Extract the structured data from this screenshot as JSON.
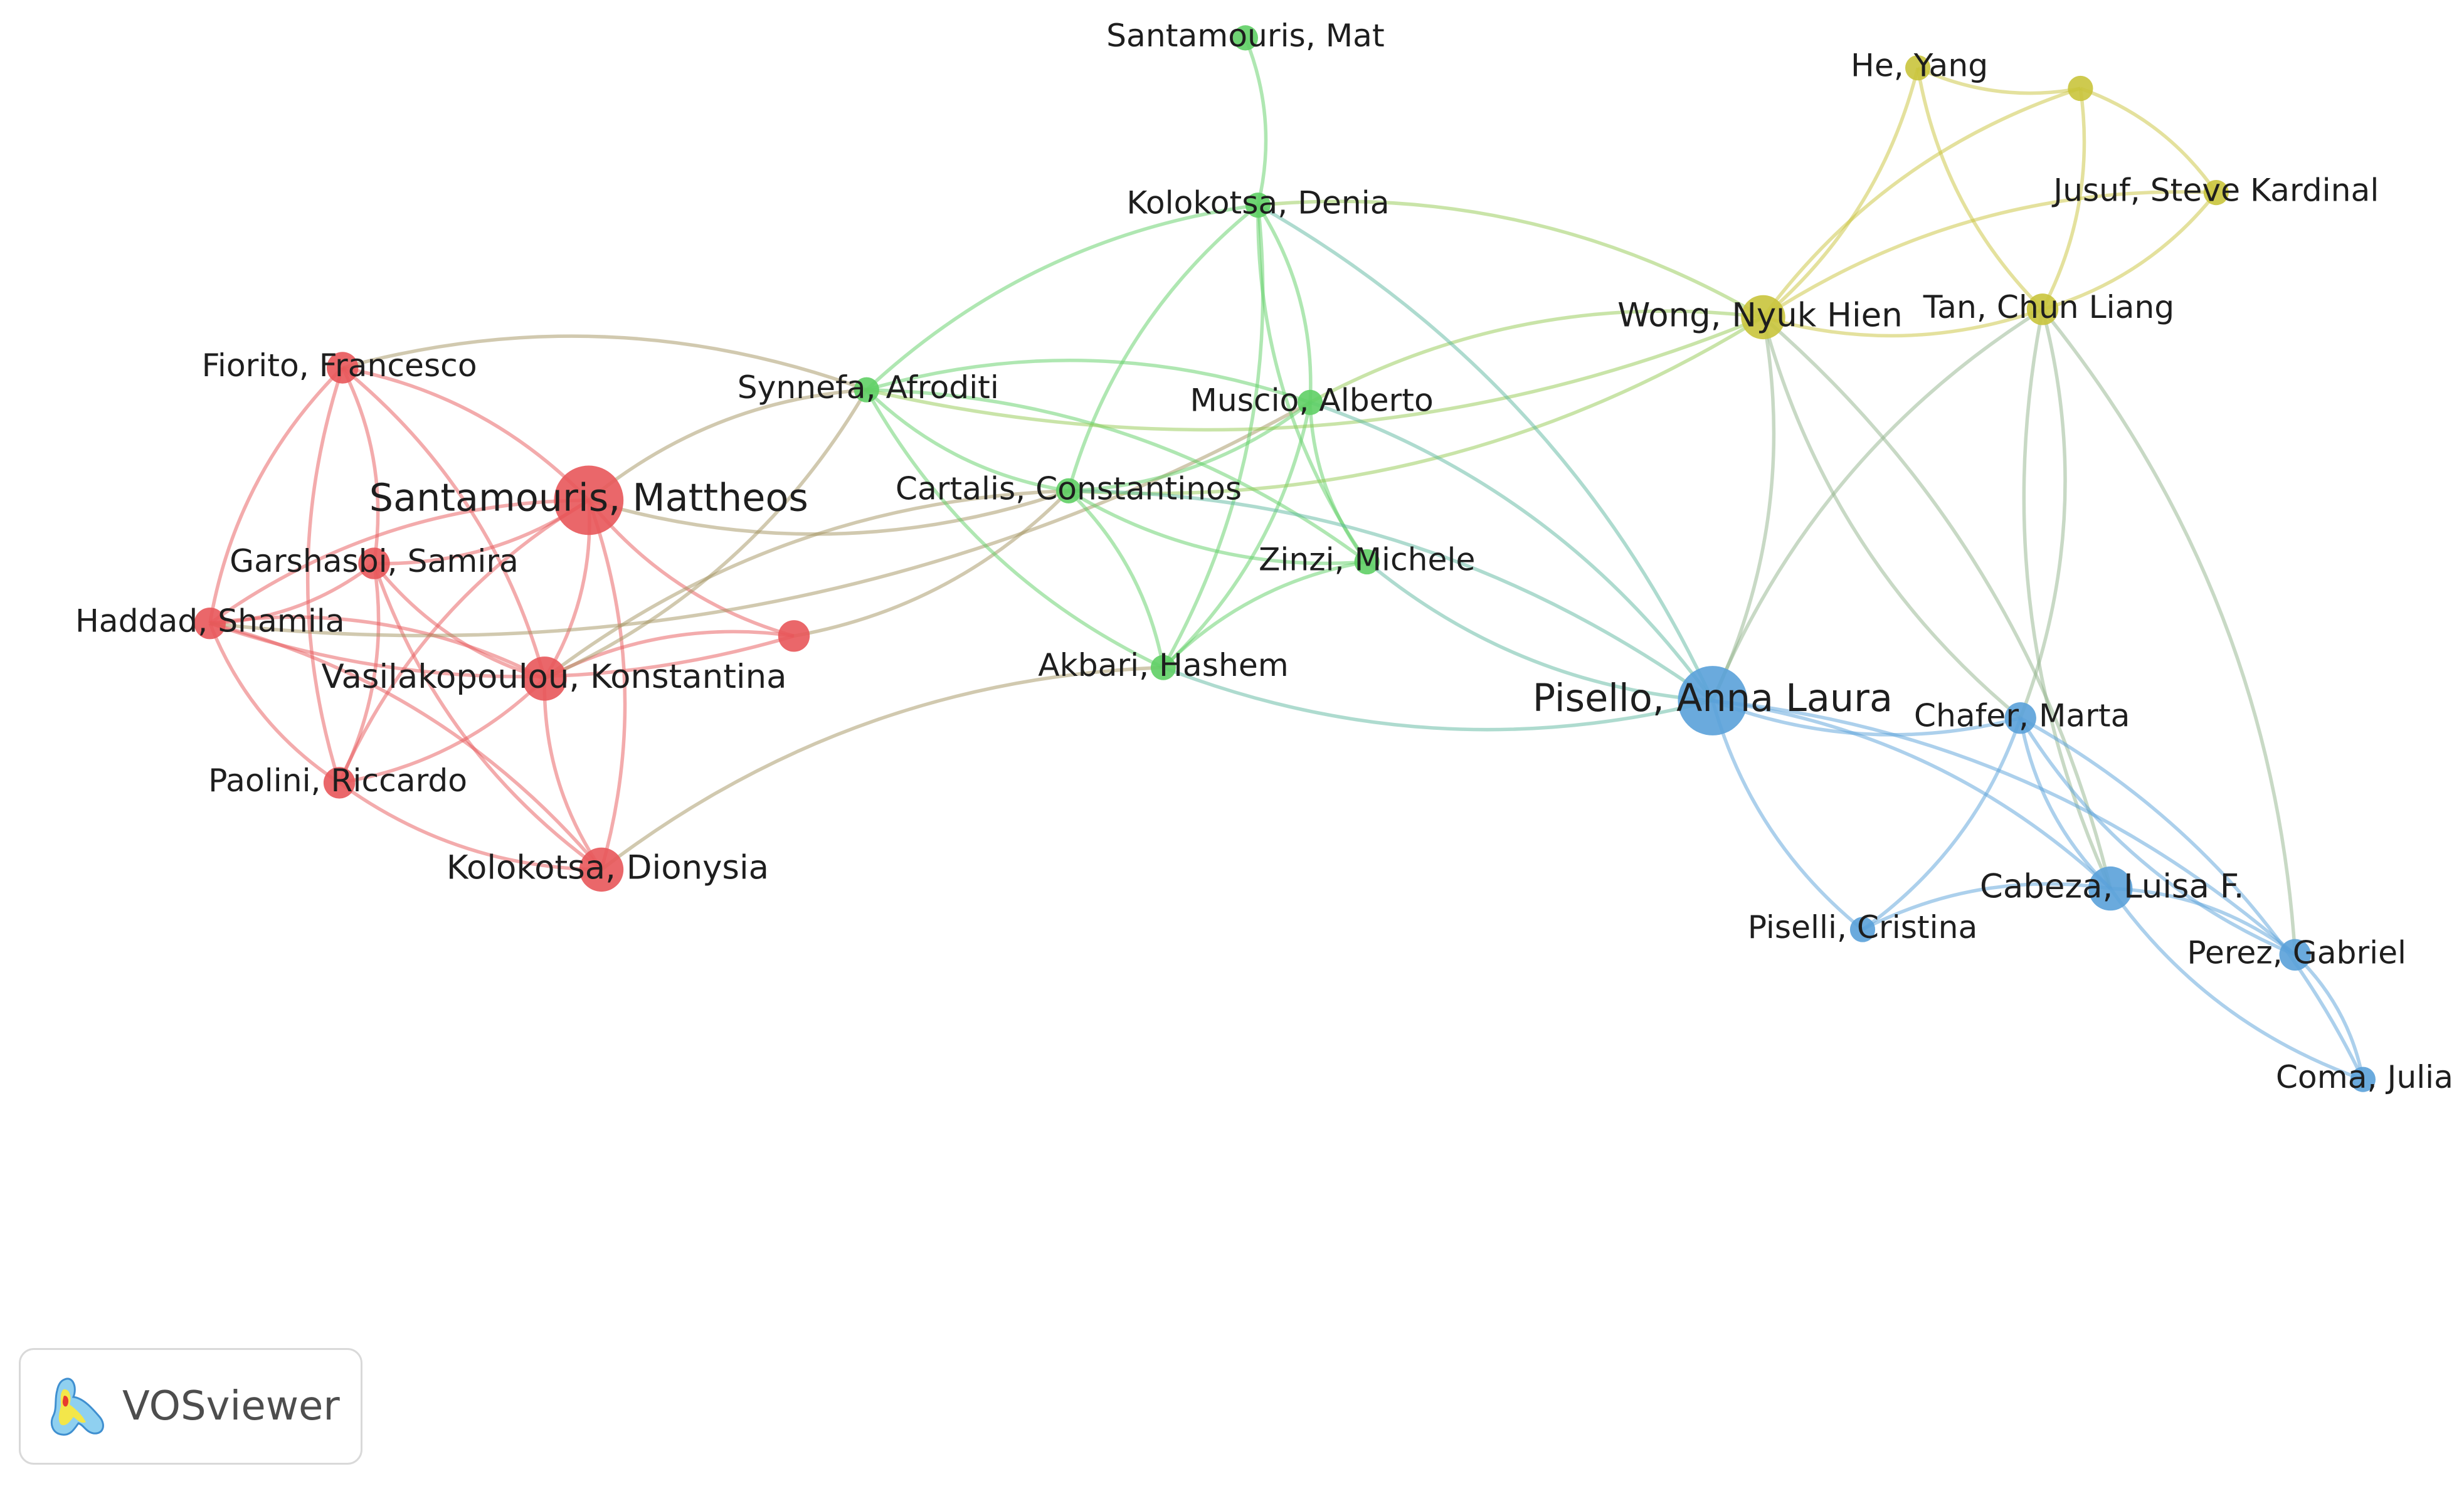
{
  "colors": {
    "cluster_1": "#e8575a",
    "cluster_2": "#5fcf65",
    "cluster_3": "#c9c43c",
    "cluster_4": "#5aa1d9"
  },
  "nodes": [
    {
      "id": "santamouris_mattheos",
      "label": "Santamouris, Mattheos",
      "cluster": 1,
      "weight": 5
    },
    {
      "id": "fiorito_francesco",
      "label": "Fiorito, Francesco",
      "cluster": 1,
      "weight": 2
    },
    {
      "id": "garshasbi_samira",
      "label": "Garshasbi, Samira",
      "cluster": 1,
      "weight": 2
    },
    {
      "id": "haddad_shamila",
      "label": "Haddad, Shamila",
      "cluster": 1,
      "weight": 2
    },
    {
      "id": "vasilakopoulou_konstantina",
      "label": "Vasilakopoulou, Konstantina",
      "cluster": 1,
      "weight": 3
    },
    {
      "id": "paolini_riccardo",
      "label": "Paolini, Riccardo",
      "cluster": 1,
      "weight": 2
    },
    {
      "id": "kolokotsa_dionysia",
      "label": "Kolokotsa, Dionysia",
      "cluster": 1,
      "weight": 3
    },
    {
      "id": "red_unlabeled",
      "label": "",
      "cluster": 1,
      "weight": 2
    },
    {
      "id": "santamouris_mat",
      "label": "Santamouris, Mat",
      "cluster": 2,
      "weight": 1
    },
    {
      "id": "kolokotsa_denia",
      "label": "Kolokotsa, Denia",
      "cluster": 2,
      "weight": 1
    },
    {
      "id": "synnefa_afroditi",
      "label": "Synnefa, Afroditi",
      "cluster": 2,
      "weight": 1
    },
    {
      "id": "muscio_alberto",
      "label": "Muscio, Alberto",
      "cluster": 2,
      "weight": 1
    },
    {
      "id": "cartalis_constantinos",
      "label": "Cartalis, Constantinos",
      "cluster": 2,
      "weight": 1
    },
    {
      "id": "zinzi_michele",
      "label": "Zinzi, Michele",
      "cluster": 2,
      "weight": 1
    },
    {
      "id": "akbari_hashem",
      "label": "Akbari, Hashem",
      "cluster": 2,
      "weight": 1
    },
    {
      "id": "he_yang",
      "label": "He, Yang",
      "cluster": 3,
      "weight": 1
    },
    {
      "id": "yellow_unlabeled",
      "label": "",
      "cluster": 3,
      "weight": 1
    },
    {
      "id": "jusuf_steve_kardinal",
      "label": "Jusuf, Steve Kardinal",
      "cluster": 3,
      "weight": 1
    },
    {
      "id": "wong_nyuk_hien",
      "label": "Wong, Nyuk Hien",
      "cluster": 3,
      "weight": 3
    },
    {
      "id": "tan_chun_liang",
      "label": "Tan, Chun Liang",
      "cluster": 3,
      "weight": 2
    },
    {
      "id": "pisello_anna_laura",
      "label": "Pisello, Anna Laura",
      "cluster": 4,
      "weight": 5
    },
    {
      "id": "chafer_marta",
      "label": "Chafer, Marta",
      "cluster": 4,
      "weight": 2
    },
    {
      "id": "cabeza_luisa",
      "label": "Cabeza, Luisa F.",
      "cluster": 4,
      "weight": 3
    },
    {
      "id": "piselli_cristina",
      "label": "Piselli, Cristina",
      "cluster": 4,
      "weight": 1
    },
    {
      "id": "perez_gabriel",
      "label": "Perez, Gabriel",
      "cluster": 4,
      "weight": 2
    },
    {
      "id": "coma_julia",
      "label": "Coma, Julia",
      "cluster": 4,
      "weight": 1
    }
  ],
  "edges": [
    [
      "santamouris_mattheos",
      "fiorito_francesco"
    ],
    [
      "santamouris_mattheos",
      "garshasbi_samira"
    ],
    [
      "santamouris_mattheos",
      "haddad_shamila"
    ],
    [
      "santamouris_mattheos",
      "vasilakopoulou_konstantina"
    ],
    [
      "santamouris_mattheos",
      "paolini_riccardo"
    ],
    [
      "santamouris_mattheos",
      "kolokotsa_dionysia"
    ],
    [
      "santamouris_mattheos",
      "red_unlabeled"
    ],
    [
      "fiorito_francesco",
      "garshasbi_samira"
    ],
    [
      "fiorito_francesco",
      "haddad_shamila"
    ],
    [
      "fiorito_francesco",
      "vasilakopoulou_konstantina"
    ],
    [
      "fiorito_francesco",
      "paolini_riccardo"
    ],
    [
      "garshasbi_samira",
      "haddad_shamila"
    ],
    [
      "garshasbi_samira",
      "vasilakopoulou_konstantina"
    ],
    [
      "garshasbi_samira",
      "paolini_riccardo"
    ],
    [
      "garshasbi_samira",
      "kolokotsa_dionysia"
    ],
    [
      "haddad_shamila",
      "vasilakopoulou_konstantina"
    ],
    [
      "haddad_shamila",
      "paolini_riccardo"
    ],
    [
      "haddad_shamila",
      "kolokotsa_dionysia"
    ],
    [
      "haddad_shamila",
      "red_unlabeled"
    ],
    [
      "vasilakopoulou_konstantina",
      "paolini_riccardo"
    ],
    [
      "vasilakopoulou_konstantina",
      "kolokotsa_dionysia"
    ],
    [
      "vasilakopoulou_konstantina",
      "red_unlabeled"
    ],
    [
      "paolini_riccardo",
      "kolokotsa_dionysia"
    ],
    [
      "santamouris_mattheos",
      "synnefa_afroditi"
    ],
    [
      "santamouris_mattheos",
      "cartalis_constantinos"
    ],
    [
      "fiorito_francesco",
      "synnefa_afroditi"
    ],
    [
      "vasilakopoulou_konstantina",
      "synnefa_afroditi"
    ],
    [
      "vasilakopoulou_konstantina",
      "cartalis_constantinos"
    ],
    [
      "haddad_shamila",
      "muscio_alberto"
    ],
    [
      "kolokotsa_dionysia",
      "akbari_hashem"
    ],
    [
      "red_unlabeled",
      "cartalis_constantinos"
    ],
    [
      "santamouris_mat",
      "kolokotsa_denia"
    ],
    [
      "kolokotsa_denia",
      "synnefa_afroditi"
    ],
    [
      "kolokotsa_denia",
      "muscio_alberto"
    ],
    [
      "kolokotsa_denia",
      "zinzi_michele"
    ],
    [
      "kolokotsa_denia",
      "akbari_hashem"
    ],
    [
      "kolokotsa_denia",
      "cartalis_constantinos"
    ],
    [
      "synnefa_afroditi",
      "muscio_alberto"
    ],
    [
      "synnefa_afroditi",
      "cartalis_constantinos"
    ],
    [
      "synnefa_afroditi",
      "zinzi_michele"
    ],
    [
      "synnefa_afroditi",
      "akbari_hashem"
    ],
    [
      "muscio_alberto",
      "cartalis_constantinos"
    ],
    [
      "muscio_alberto",
      "zinzi_michele"
    ],
    [
      "muscio_alberto",
      "akbari_hashem"
    ],
    [
      "cartalis_constantinos",
      "zinzi_michele"
    ],
    [
      "cartalis_constantinos",
      "akbari_hashem"
    ],
    [
      "zinzi_michele",
      "akbari_hashem"
    ],
    [
      "kolokotsa_denia",
      "wong_nyuk_hien"
    ],
    [
      "synnefa_afroditi",
      "wong_nyuk_hien"
    ],
    [
      "muscio_alberto",
      "wong_nyuk_hien"
    ],
    [
      "cartalis_constantinos",
      "wong_nyuk_hien"
    ],
    [
      "muscio_alberto",
      "pisello_anna_laura"
    ],
    [
      "zinzi_michele",
      "pisello_anna_laura"
    ],
    [
      "cartalis_constantinos",
      "pisello_anna_laura"
    ],
    [
      "akbari_hashem",
      "pisello_anna_laura"
    ],
    [
      "kolokotsa_denia",
      "pisello_anna_laura"
    ],
    [
      "he_yang",
      "yellow_unlabeled"
    ],
    [
      "he_yang",
      "wong_nyuk_hien"
    ],
    [
      "he_yang",
      "tan_chun_liang"
    ],
    [
      "yellow_unlabeled",
      "jusuf_steve_kardinal"
    ],
    [
      "yellow_unlabeled",
      "wong_nyuk_hien"
    ],
    [
      "yellow_unlabeled",
      "tan_chun_liang"
    ],
    [
      "jusuf_steve_kardinal",
      "wong_nyuk_hien"
    ],
    [
      "jusuf_steve_kardinal",
      "tan_chun_liang"
    ],
    [
      "wong_nyuk_hien",
      "tan_chun_liang"
    ],
    [
      "wong_nyuk_hien",
      "pisello_anna_laura"
    ],
    [
      "wong_nyuk_hien",
      "chafer_marta"
    ],
    [
      "wong_nyuk_hien",
      "cabeza_luisa"
    ],
    [
      "tan_chun_liang",
      "pisello_anna_laura"
    ],
    [
      "tan_chun_liang",
      "chafer_marta"
    ],
    [
      "tan_chun_liang",
      "cabeza_luisa"
    ],
    [
      "tan_chun_liang",
      "perez_gabriel"
    ],
    [
      "pisello_anna_laura",
      "chafer_marta"
    ],
    [
      "pisello_anna_laura",
      "cabeza_luisa"
    ],
    [
      "pisello_anna_laura",
      "piselli_cristina"
    ],
    [
      "pisello_anna_laura",
      "perez_gabriel"
    ],
    [
      "chafer_marta",
      "cabeza_luisa"
    ],
    [
      "chafer_marta",
      "piselli_cristina"
    ],
    [
      "chafer_marta",
      "perez_gabriel"
    ],
    [
      "chafer_marta",
      "coma_julia"
    ],
    [
      "cabeza_luisa",
      "piselli_cristina"
    ],
    [
      "cabeza_luisa",
      "perez_gabriel"
    ],
    [
      "cabeza_luisa",
      "coma_julia"
    ],
    [
      "perez_gabriel",
      "coma_julia"
    ]
  ],
  "branding": {
    "name": "VOSviewer",
    "logo_icon": "vosviewer-logo-icon"
  }
}
